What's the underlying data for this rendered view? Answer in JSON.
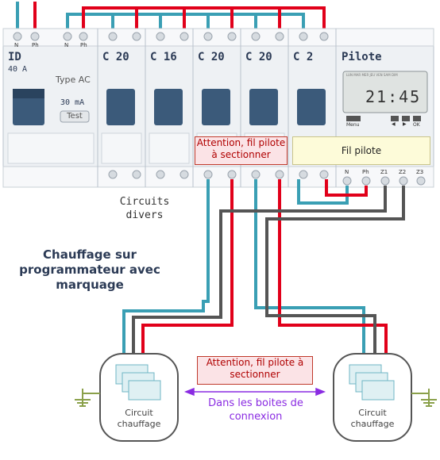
{
  "top_terminals": [
    "N",
    "Ph"
  ],
  "modules": [
    {
      "id": "id",
      "title": "ID",
      "sub": "40 A",
      "type": "Type AC",
      "sensitivity": "30 mA",
      "test": "Test"
    },
    {
      "id": "c20a",
      "title": "C 20"
    },
    {
      "id": "c16",
      "title": "C 16"
    },
    {
      "id": "c20b",
      "title": "C 20"
    },
    {
      "id": "c20c",
      "title": "C 20"
    },
    {
      "id": "c2",
      "title": "C 2"
    }
  ],
  "id_terminals": [
    "N",
    "Ph",
    "N",
    "Ph"
  ],
  "pilote": {
    "title": "Pilote",
    "time": "21:45",
    "days": "LUN MAR MER JEU VEN SAM DIM",
    "menu": "Menu",
    "ok": "OK",
    "prev": "◀",
    "next": "▶",
    "terminals": [
      "N",
      "Ph",
      "Z1",
      "Z2",
      "Z3"
    ]
  },
  "notes": {
    "warning_top": "Attention, fil pilote à sectionner",
    "fil_pilote": "Fil pilote",
    "warning_bottom": "Attention, fil pilote à sectionner",
    "junction": "Dans les boites de connexion"
  },
  "labels": {
    "circuits_divers": "Circuits divers",
    "title": "Chauffage sur programmateur avec marquage",
    "circuit_left": "Circuit chauffage",
    "circuit_right": "Circuit chauffage"
  },
  "colors": {
    "wire_blue": "#3a9fb4",
    "wire_red": "#e1001a",
    "wire_gray": "#555555",
    "module_bg": "#eef1f4",
    "switch": "#3b5a7a",
    "title_text": "#2b3a55",
    "junction_text": "#8a2be2"
  }
}
